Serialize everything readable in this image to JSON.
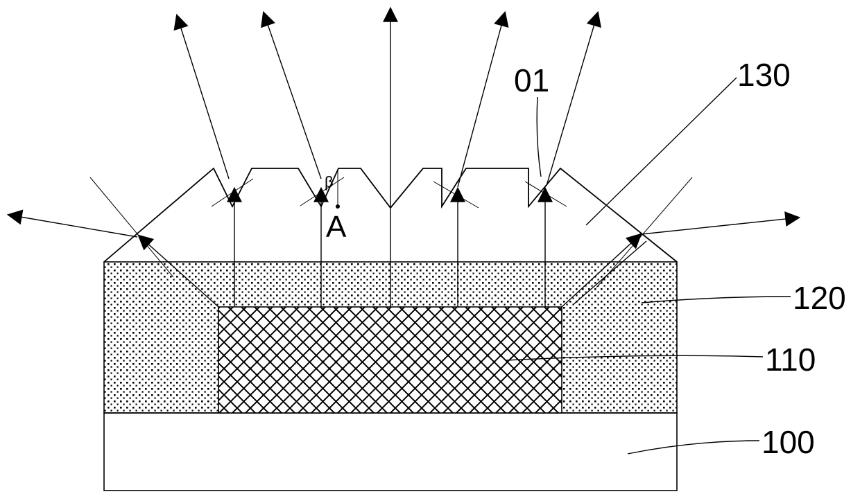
{
  "labels": {
    "layer_130": "130",
    "layer_120": "120",
    "layer_110": "110",
    "layer_100": "100",
    "feature_01": "01",
    "point_a": "A",
    "angle_beta": "β"
  }
}
